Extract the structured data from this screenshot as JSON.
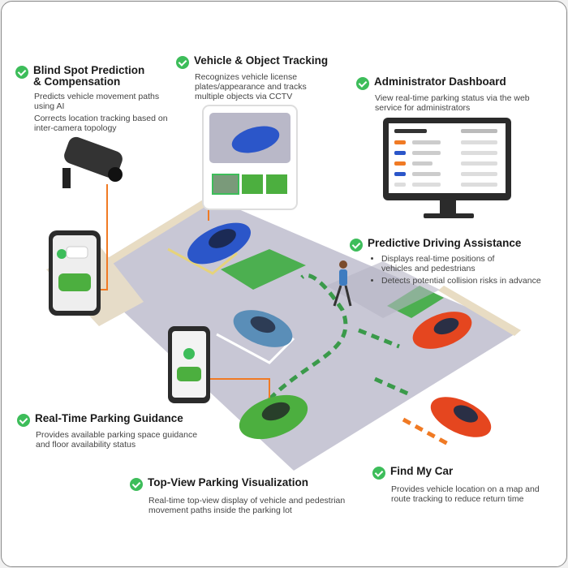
{
  "features": {
    "blind_spot": {
      "title_line1": "Blind Spot Prediction",
      "title_line2": "& Compensation",
      "desc1": "Predicts vehicle movement paths using AI",
      "desc2": "Corrects location tracking based on inter-camera topology"
    },
    "tracking": {
      "title": "Vehicle & Object Tracking",
      "desc": "Recognizes vehicle license plates/appearance and tracks multiple objects via CCTV"
    },
    "admin": {
      "title": "Administrator Dashboard",
      "desc": "View real-time parking status via the web service for administrators"
    },
    "predictive": {
      "title": "Predictive Driving Assistance",
      "bullet1": "Displays real-time positions of vehicles and pedestrians",
      "bullet2": "Detects potential collision risks in advance"
    },
    "guidance": {
      "title": "Real-Time Parking Guidance",
      "desc": "Provides available parking space guidance and floor availability status"
    },
    "topview": {
      "title": "Top-View Parking Visualization",
      "desc": "Real-time top-view display of vehicle and pedestrian movement paths inside the parking lot"
    },
    "findcar": {
      "title": "Find My Car",
      "desc": "Provides vehicle location on a map and route tracking to reduce return time"
    }
  },
  "colors": {
    "accent_green": "#3dbd5a",
    "orange": "#f07a24",
    "floor": "#c9c8d6",
    "wall": "#e8dcc3"
  }
}
